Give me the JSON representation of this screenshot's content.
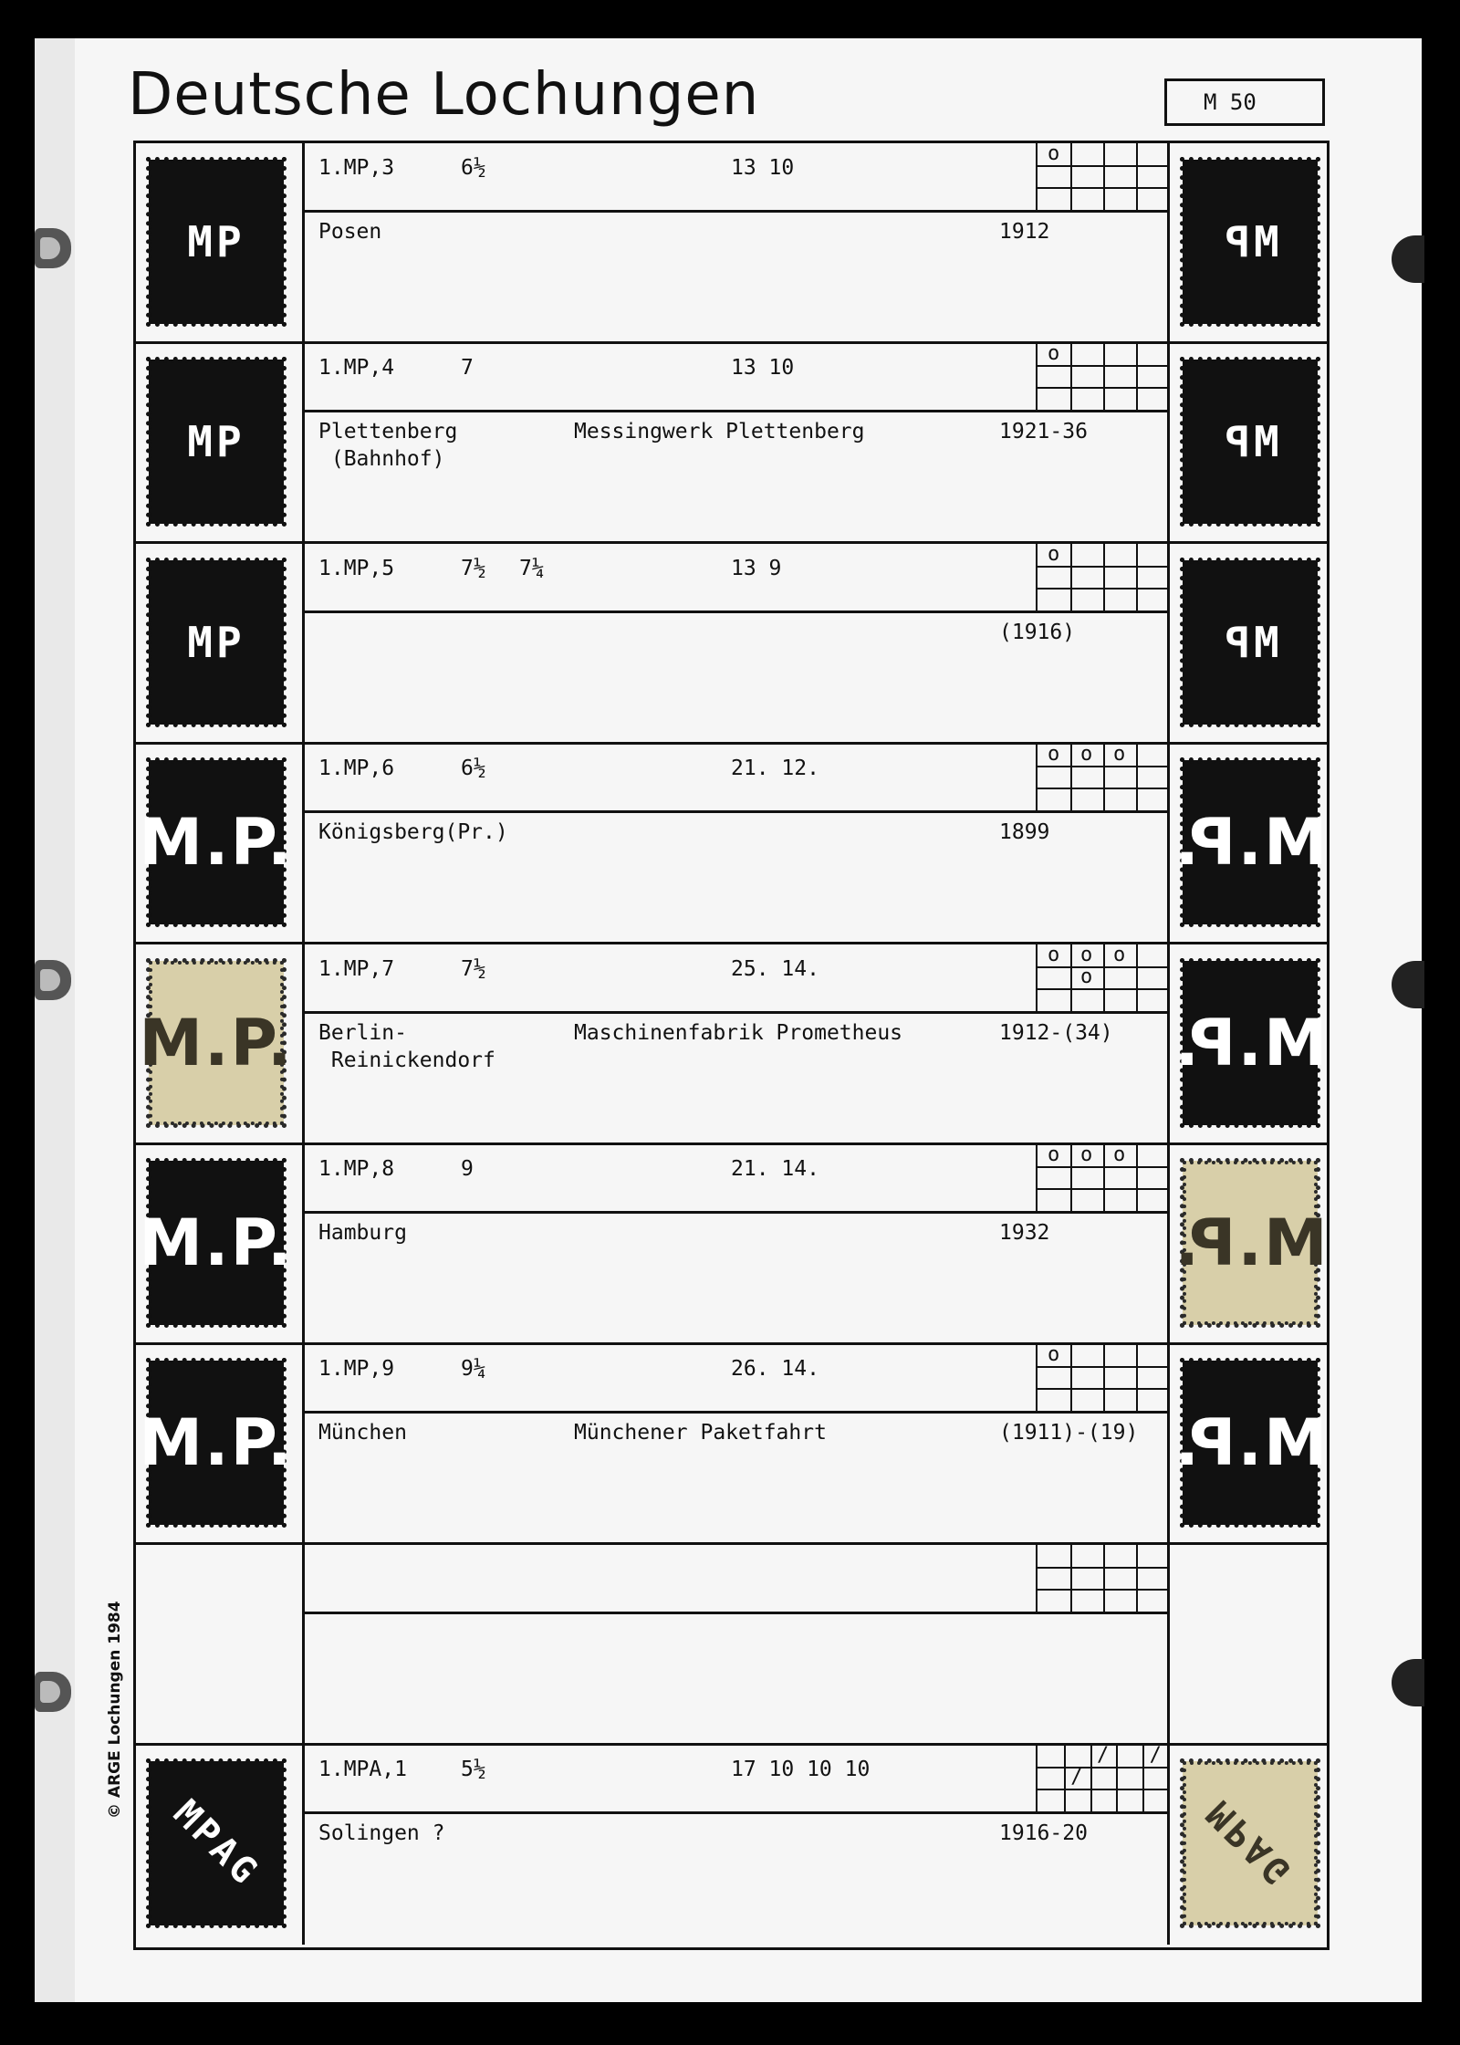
{
  "header": {
    "title": "Deutsche Lochungen",
    "page_code": "M 50"
  },
  "copyright": "© ARGE Lochungen 1984",
  "entries": [
    {
      "code": "1.MP,3",
      "size": "6½",
      "size2": "",
      "holes": "13 10",
      "place": "Posen",
      "place2": "",
      "company": "",
      "years": "1912",
      "grid_marks": [
        {
          "row": 0,
          "col": 0,
          "mark": "o"
        }
      ],
      "left_perfin": "MP",
      "right_perfin": "MP"
    },
    {
      "code": "1.MP,4",
      "size": "7",
      "size2": "",
      "holes": "13 10",
      "place": "Plettenberg",
      "place2": " (Bahnhof)",
      "company": "Messingwerk Plettenberg",
      "years": "1921-36",
      "grid_marks": [
        {
          "row": 0,
          "col": 0,
          "mark": "o"
        }
      ],
      "left_perfin": "MP",
      "right_perfin": "MP"
    },
    {
      "code": "1.MP,5",
      "size": "7½",
      "size2": "7¼",
      "holes": "13 9",
      "place": "",
      "place2": "",
      "company": "",
      "years": "(1916)",
      "grid_marks": [
        {
          "row": 0,
          "col": 0,
          "mark": "o"
        }
      ],
      "left_perfin": "MP",
      "right_perfin": "MP"
    },
    {
      "code": "1.MP,6",
      "size": "6½",
      "size2": "",
      "holes": "21. 12.",
      "place": "Königsberg(Pr.)",
      "place2": "",
      "company": "",
      "years": "1899",
      "grid_marks": [
        {
          "row": 0,
          "col": 0,
          "mark": "o"
        },
        {
          "row": 0,
          "col": 1,
          "mark": "o"
        },
        {
          "row": 0,
          "col": 2,
          "mark": "o"
        }
      ],
      "left_perfin": "M.P.",
      "right_perfin": "M.P."
    },
    {
      "code": "1.MP,7",
      "size": "7½",
      "size2": "",
      "holes": "25. 14.",
      "place": "Berlin-",
      "place2": " Reinickendorf",
      "company": "Maschinenfabrik Prometheus",
      "years": "1912-(34)",
      "grid_marks": [
        {
          "row": 0,
          "col": 0,
          "mark": "o"
        },
        {
          "row": 0,
          "col": 1,
          "mark": "o"
        },
        {
          "row": 0,
          "col": 2,
          "mark": "o"
        },
        {
          "row": 1,
          "col": 1,
          "mark": "o"
        }
      ],
      "left_perfin": "M.P.",
      "right_perfin": "M.P."
    },
    {
      "code": "1.MP,8",
      "size": "9",
      "size2": "",
      "holes": "21. 14.",
      "place": "Hamburg",
      "place2": "",
      "company": "",
      "years": "1932",
      "grid_marks": [
        {
          "row": 0,
          "col": 0,
          "mark": "o"
        },
        {
          "row": 0,
          "col": 1,
          "mark": "o"
        },
        {
          "row": 0,
          "col": 2,
          "mark": "o"
        }
      ],
      "left_perfin": "M.P.",
      "right_perfin": "M.P."
    },
    {
      "code": "1.MP,9",
      "size": "9¼",
      "size2": "",
      "holes": "26. 14.",
      "place": "München",
      "place2": "",
      "company": "Münchener Paketfahrt",
      "years": "(1911)-(19)",
      "grid_marks": [
        {
          "row": 0,
          "col": 0,
          "mark": "o"
        }
      ],
      "left_perfin": "M.P.",
      "right_perfin": "M.P."
    },
    {
      "code": "",
      "size": "",
      "size2": "",
      "holes": "",
      "place": "",
      "place2": "",
      "company": "",
      "years": "",
      "grid_marks": [],
      "left_perfin": "",
      "right_perfin": ""
    },
    {
      "code": "1.MPA,1",
      "size": "5½",
      "size2": "",
      "holes": "17 10 10 10",
      "place": "Solingen ?",
      "place2": "",
      "company": "",
      "years": "1916-20",
      "grid_marks": [
        {
          "row": 0,
          "col": 2,
          "mark": "/"
        },
        {
          "row": 0,
          "col": 4,
          "mark": "/"
        },
        {
          "row": 1,
          "col": 1,
          "mark": "/"
        }
      ],
      "left_perfin": "MPAG",
      "right_perfin": "MPAG"
    }
  ]
}
